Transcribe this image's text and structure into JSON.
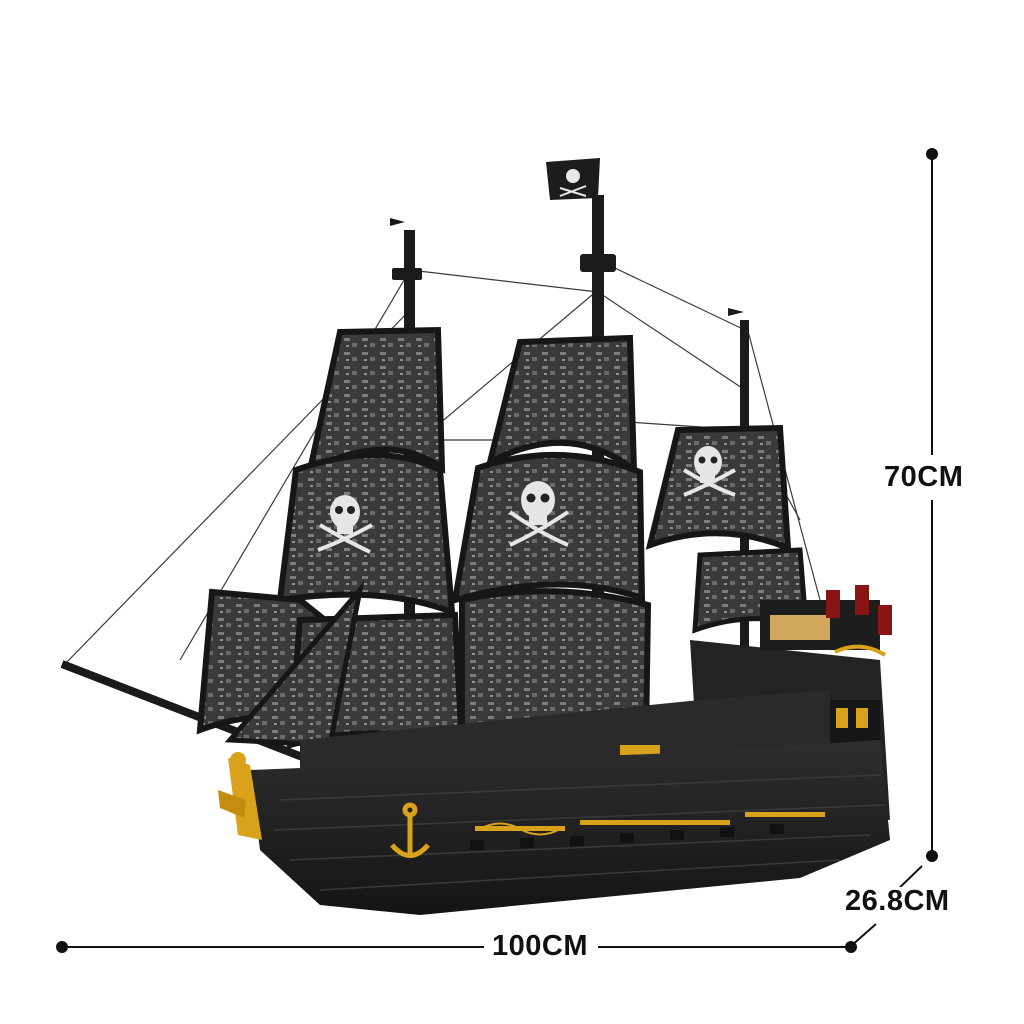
{
  "dimensions": {
    "height": "70CM",
    "depth": "26.8CM",
    "length": "100CM"
  },
  "colors": {
    "hull": "#1d1d1f",
    "sail": "#2a2a2c",
    "sail_wear": "#8a8a8a",
    "gold": "#d9a21a",
    "glow": "#f2c46a",
    "line": "#111111"
  }
}
